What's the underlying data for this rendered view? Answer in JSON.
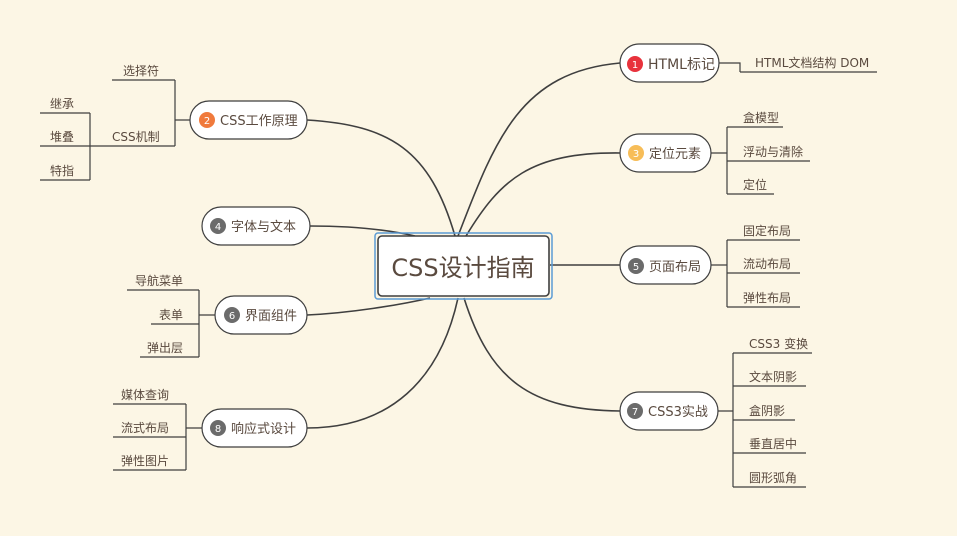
{
  "colors": {
    "background": "#fcf6e5",
    "line": "#3f3f3f",
    "text": "#5a4a3f",
    "badge_red": "#e8323c",
    "badge_orange": "#f07a3c",
    "badge_yellow": "#f7bd58",
    "badge_gray": "#6b6b6b",
    "selection": "#5b9bd5"
  },
  "central": {
    "title": "CSS设计指南"
  },
  "topics": [
    {
      "number": "1",
      "label": "HTML标记",
      "badge_color": "#e8323c",
      "children": [
        "HTML文档结构 DOM"
      ]
    },
    {
      "number": "3",
      "label": "定位元素",
      "badge_color": "#f7bd58",
      "children": [
        "盒模型",
        "浮动与清除",
        "定位"
      ]
    },
    {
      "number": "5",
      "label": "页面布局",
      "badge_color": "#6b6b6b",
      "children": [
        "固定布局",
        "流动布局",
        "弹性布局"
      ]
    },
    {
      "number": "7",
      "label": "CSS3实战",
      "badge_color": "#6b6b6b",
      "children": [
        "CSS3 变换",
        "文本阴影",
        "盒阴影",
        "垂直居中",
        "圆形弧角"
      ]
    },
    {
      "number": "2",
      "label": "CSS工作原理",
      "badge_color": "#f07a3c",
      "children": [
        {
          "label": "选择符",
          "children": []
        },
        {
          "label": "CSS机制",
          "children": [
            "继承",
            "堆叠",
            "特指"
          ]
        }
      ]
    },
    {
      "number": "4",
      "label": "字体与文本",
      "badge_color": "#6b6b6b",
      "children": []
    },
    {
      "number": "6",
      "label": "界面组件",
      "badge_color": "#6b6b6b",
      "children": [
        "导航菜单",
        "表单",
        "弹出层"
      ]
    },
    {
      "number": "8",
      "label": "响应式设计",
      "badge_color": "#6b6b6b",
      "children": [
        "媒体查询",
        "流式布局",
        "弹性图片"
      ]
    }
  ]
}
